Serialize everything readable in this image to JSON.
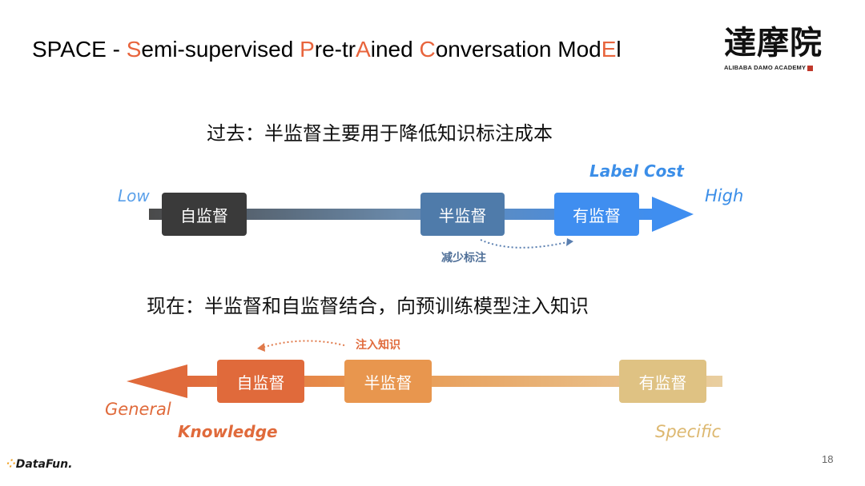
{
  "slide": {
    "title_parts": [
      {
        "text": "SPACE - ",
        "hl": false
      },
      {
        "text": "S",
        "hl": true
      },
      {
        "text": "emi-supervised ",
        "hl": false
      },
      {
        "text": "P",
        "hl": true
      },
      {
        "text": "re-tr",
        "hl": false
      },
      {
        "text": "A",
        "hl": true
      },
      {
        "text": "ined ",
        "hl": false
      },
      {
        "text": "C",
        "hl": true
      },
      {
        "text": "onversation Mod",
        "hl": false
      },
      {
        "text": "E",
        "hl": true
      },
      {
        "text": "l",
        "hl": false
      }
    ],
    "page_number": "18"
  },
  "logo": {
    "cn": "達摩院",
    "en": "ALIBABA DAMO ACADEMY"
  },
  "past": {
    "heading": "过去：半监督主要用于降低知识标注成本",
    "low_label": "Low",
    "high_label": "High",
    "cost_label": "Label Cost",
    "boxes": [
      "自监督",
      "半监督",
      "有监督"
    ],
    "arrow_note": "减少标注",
    "colors": {
      "box1": "#3a3a3a",
      "box2": "#4f7baa",
      "box3": "#3f8ef0",
      "label": "#3b8ee8"
    }
  },
  "now": {
    "heading": "现在：半监督和自监督结合，向预训练模型注入知识",
    "general_label": "General",
    "knowledge_label": "Knowledge",
    "specific_label": "Specific",
    "boxes": [
      "自监督",
      "半监督",
      "有监督"
    ],
    "arrow_note": "注入知识",
    "colors": {
      "box1": "#e06a3b",
      "box2": "#e8964e",
      "box3": "#dfc283",
      "label": "#e06a3b",
      "specific": "#ddb870"
    }
  },
  "footer": {
    "brand": "DataFun."
  }
}
